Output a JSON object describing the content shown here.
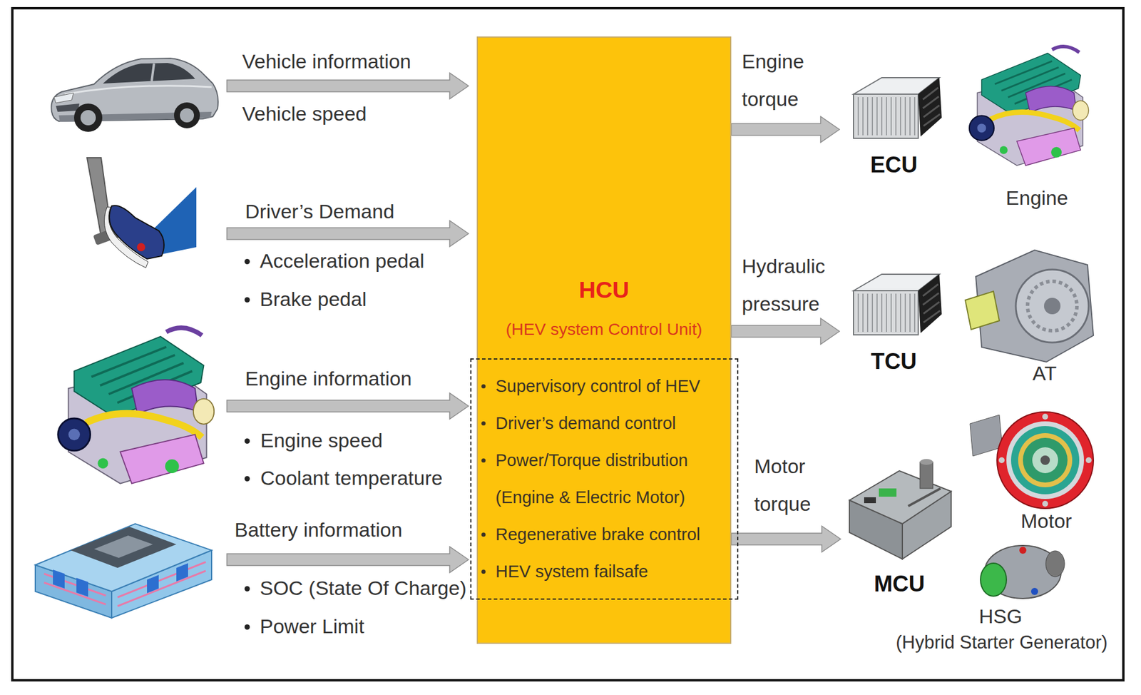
{
  "diagram": {
    "nodes": [
      {
        "text": [
          "HCU",
          "(HEV system Control Unit)"
        ]
      },
      {
        "text": [
          "Supervisory control of HEV",
          "Driver’s demand control",
          "Power/Torque distribution (Engine & Electric Motor)",
          "Regenerative brake control",
          "HEV system failsafe"
        ],
        "in": 0
      },
      {
        "text": [
          "ECU"
        ]
      },
      {
        "text": [
          "TCU"
        ]
      },
      {
        "text": [
          "MCU"
        ]
      }
    ],
    "edges": [
      {
        "from": 0,
        "to": 2,
        "label": "Engine torque",
        "arrow": "to"
      },
      {
        "from": 0,
        "to": 3,
        "label": "Hydraulic pressure",
        "arrow": "to"
      },
      {
        "from": 0,
        "to": 4,
        "label": "Motor torque",
        "arrow": "to"
      }
    ],
    "labels": [
      "Vehicle information",
      "Vehicle speed",
      "Driver’s Demand",
      "Acceleration pedal",
      "Brake pedal",
      "Engine information",
      "Engine speed",
      "Coolant temperature",
      "Battery information",
      "SOC (State Of Charge)",
      "Power Limit",
      "Engine",
      "AT",
      "Motor",
      "HSG",
      "(Hybrid Starter Generator)"
    ]
  }
}
